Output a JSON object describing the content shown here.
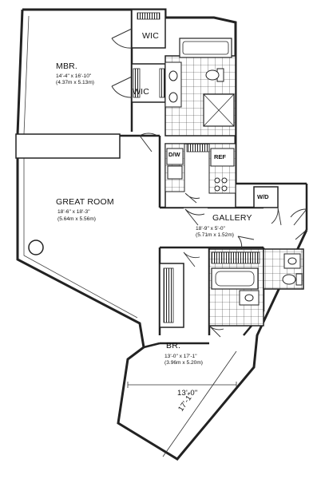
{
  "rooms": {
    "mbr": {
      "name": "MBR.",
      "dim_ft": "14'-4\" x 16'-10\"",
      "dim_m": "(4.37m x 5.13m)"
    },
    "great_room": {
      "name": "GREAT ROOM",
      "dim_ft": "18'-6\" x 18'-3\"",
      "dim_m": "(5.64m x 5.56m)"
    },
    "gallery": {
      "name": "GALLERY",
      "dim_ft": "18'-9\" x 5'-0\"",
      "dim_m": "(5.71m x 1.52m)"
    },
    "br": {
      "name": "BR.",
      "dim_ft": "13'-0\" x 17'-1\"",
      "dim_m": "(3.96m x 5.20m)"
    }
  },
  "labels": {
    "wic_top": "WIC",
    "wic_bottom": "WIC",
    "dw": "D/W",
    "ref": "REF",
    "wd": "W/D",
    "br_width": "13'-0\"",
    "br_length": "17'-1\""
  }
}
